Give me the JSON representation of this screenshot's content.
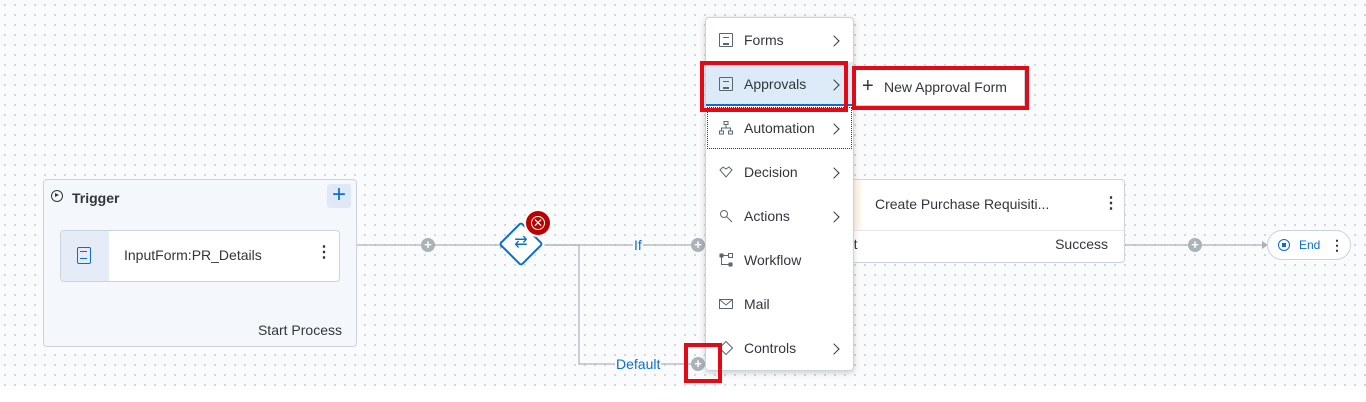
{
  "trigger": {
    "title": "Trigger",
    "add_button": "+",
    "form_label": "InputForm:PR_Details",
    "footer": "Start Process"
  },
  "gateway": {
    "if_label": "If",
    "default_label": "Default"
  },
  "activity": {
    "title": "Create Purchase Requisiti...",
    "start_label": "rt",
    "success_label": "Success"
  },
  "end_node": {
    "label": "End"
  },
  "menu": {
    "items": [
      {
        "label": "Forms",
        "icon": "form-icon",
        "has_submenu": true
      },
      {
        "label": "Approvals",
        "icon": "approval-form-icon",
        "has_submenu": true
      },
      {
        "label": "Automation",
        "icon": "automation-hierarchy-icon",
        "has_submenu": true
      },
      {
        "label": "Decision",
        "icon": "decision-handshake-icon",
        "has_submenu": true
      },
      {
        "label": "Actions",
        "icon": "actions-icon",
        "has_submenu": true
      },
      {
        "label": "Workflow",
        "icon": "workflow-icon",
        "has_submenu": false
      },
      {
        "label": "Mail",
        "icon": "mail-icon",
        "has_submenu": false
      },
      {
        "label": "Controls",
        "icon": "controls-icon",
        "has_submenu": true
      }
    ],
    "selected": "Approvals"
  },
  "submenu": {
    "label": "New Approval Form"
  },
  "colors": {
    "accent": "#0a6ed1",
    "error": "#bb0000",
    "highlight": "#e30a17"
  }
}
